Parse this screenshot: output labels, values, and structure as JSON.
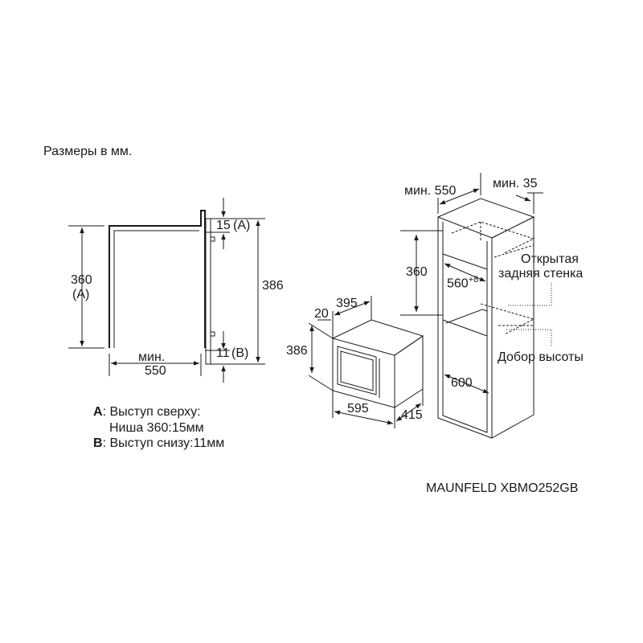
{
  "header": {
    "units_note": "Размеры в мм."
  },
  "side_view": {
    "niche_height": "360",
    "niche_height_ref": "(A)",
    "overall_height": "386",
    "top_offset": "15",
    "top_offset_ref": "(A)",
    "bottom_offset": "11",
    "bottom_offset_ref": "(B)",
    "depth_prefix": "мин.",
    "depth": "550"
  },
  "legend": {
    "a_key": "A",
    "a_text": ": Выступ сверху:",
    "a_sub": "Ниша 360:15мм",
    "b_key": "B",
    "b_text": ": Выступ снизу:11мм"
  },
  "appliance": {
    "frame_offset": "20",
    "inner_width": "395",
    "height": "386",
    "width": "595",
    "depth": "415"
  },
  "cabinet": {
    "min_depth": "мин. 550",
    "min_gap": "мин. 35",
    "niche_height": "360",
    "niche_width_base": "560",
    "niche_width_tol": "+8",
    "min_width": "600",
    "open_back_line1": "Открытая",
    "open_back_line2": "задняя стенка",
    "height_fill": "Добор высоты"
  },
  "footer": {
    "model": "MAUNFELD XBMO252GB"
  }
}
